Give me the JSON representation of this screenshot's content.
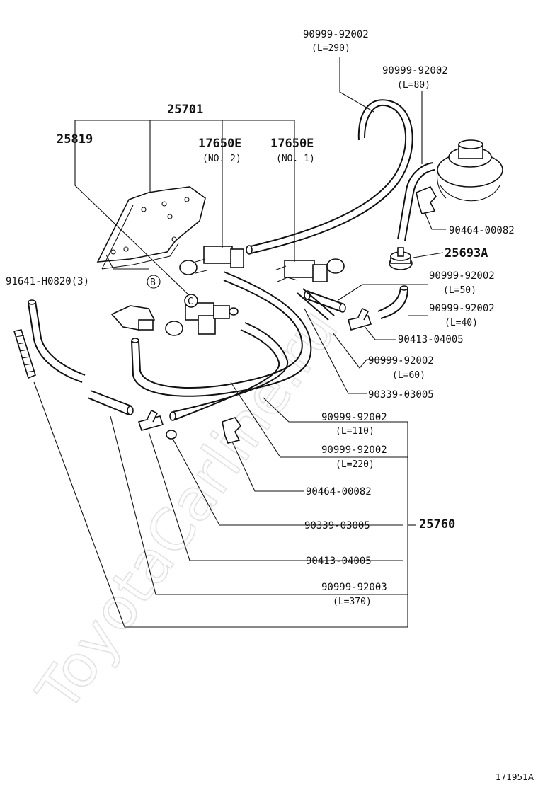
{
  "watermark": "ToyotaCarline.ru",
  "drawing_code": "171951A",
  "labels": {
    "hose_290": "90999-92002",
    "hose_290_len": "(L=290)",
    "hose_80": "90999-92002",
    "hose_80_len": "(L=80)",
    "assembly_25701": "25701",
    "bracket_25819": "25819",
    "vsv_no2": "17650E",
    "vsv_no2_sub": "(NO. 2)",
    "vsv_no1": "17650E",
    "vsv_no1_sub": "(NO. 1)",
    "clamp_top": "90464-00082",
    "damper_25693a": "25693A",
    "bolt_91641": "91641-H0820(3)",
    "ref_b": "B",
    "ref_c": "C",
    "hose_50": "90999-92002",
    "hose_50_len": "(L=50)",
    "hose_40": "90999-92002",
    "hose_40_len": "(L=40)",
    "tee_top": "90413-04005",
    "hose_60": "90999-92002",
    "hose_60_len": "(L=60)",
    "plug_top": "90339-03005",
    "hose_110": "90999-92002",
    "hose_110_len": "(L=110)",
    "hose_220": "90999-92002",
    "hose_220_len": "(L=220)",
    "clamp_bottom": "90464-00082",
    "plug_bottom": "90339-03005",
    "hose_set_25760": "25760",
    "tee_bottom": "90413-04005",
    "hose_370": "90999-92003",
    "hose_370_len": "(L=370)"
  }
}
